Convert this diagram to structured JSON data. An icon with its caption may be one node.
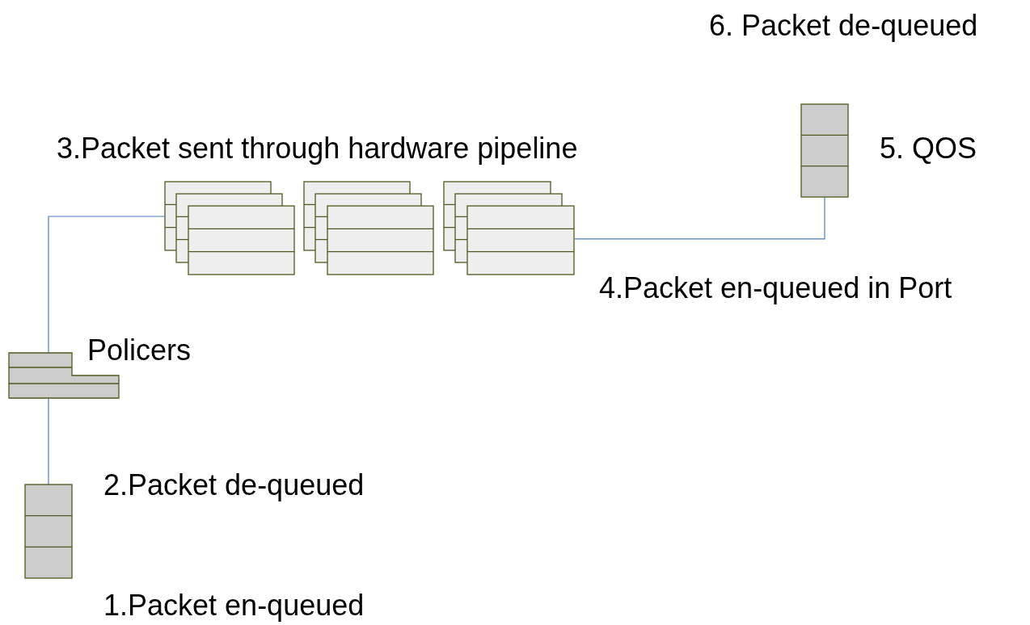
{
  "diagram": {
    "nodes": [
      {
        "text": [],
        "shape": "box",
        "beside": [
          "2.Packet de-queued",
          "1.Packet en-queued"
        ]
      },
      {
        "text": [],
        "shape": "box",
        "beside": [
          "Policers"
        ]
      },
      {
        "text": [],
        "shape": "box"
      },
      {
        "text": [],
        "shape": "box"
      },
      {
        "text": [],
        "shape": "box"
      },
      {
        "text": [],
        "shape": "box",
        "beside": [
          "6. Packet de-queued",
          "5. QOS"
        ]
      }
    ],
    "edges": [
      {
        "from": 0,
        "to": 1,
        "arrow": "none"
      },
      {
        "from": 1,
        "to": 2,
        "arrow": "none"
      },
      {
        "from": 4,
        "to": 5,
        "arrow": "none"
      }
    ],
    "labels": [
      "3.Packet sent through hardware pipeline",
      "4.Packet en-queued in Port"
    ]
  }
}
